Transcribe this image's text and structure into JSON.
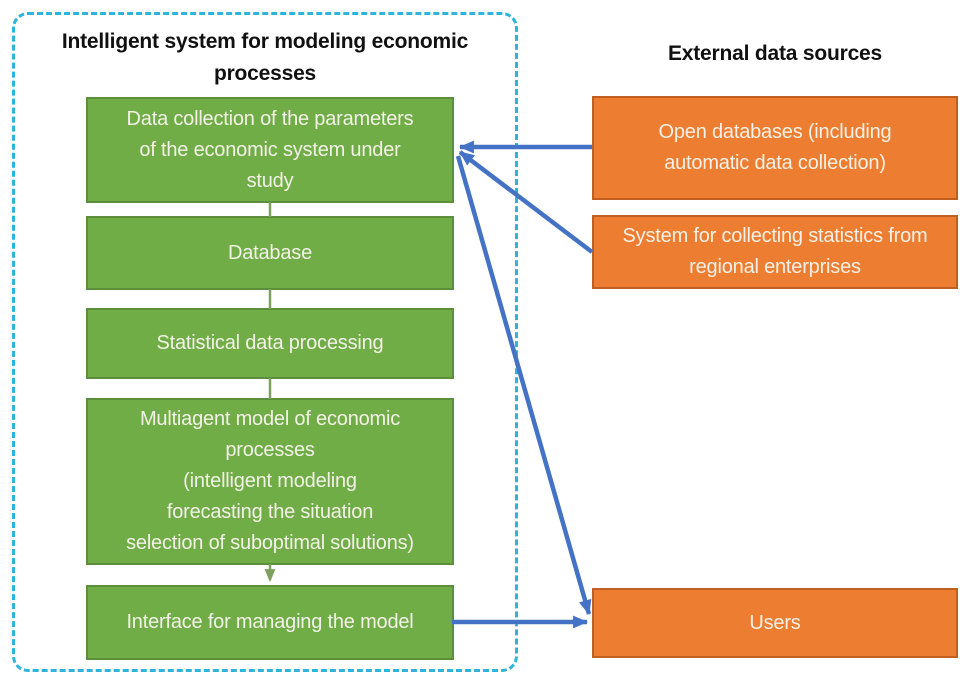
{
  "colors": {
    "green-fill": "#70AD47",
    "green-border": "#5B8F3B",
    "orange-fill": "#ED7D31",
    "orange-border": "#C05F20",
    "arrow-blue": "#4472C4",
    "dashed-border": "#2EB4DA",
    "connector-green": "#7DA05E",
    "box-text": "#F3F1E7",
    "title-text": "#111111",
    "background": "#FFFFFF"
  },
  "left_panel": {
    "title": "Intelligent system for modeling economic\nprocesses",
    "boxes": [
      {
        "id": "data-collection",
        "label": "Data collection of the parameters\nof the economic system under\nstudy"
      },
      {
        "id": "database",
        "label": "Database"
      },
      {
        "id": "statistical-processing",
        "label": "Statistical data processing"
      },
      {
        "id": "multiagent-model",
        "label": "Multiagent model of economic\nprocesses\n(intelligent modeling\nforecasting the situation\nselection of suboptimal solutions)"
      },
      {
        "id": "model-interface",
        "label": "Interface for managing the model"
      }
    ],
    "flow": [
      "data-collection -> database",
      "database -> statistical-processing",
      "statistical-processing -> multiagent-model",
      "multiagent-model -> model-interface"
    ]
  },
  "right_panel": {
    "title": "External data sources",
    "boxes": [
      {
        "id": "open-databases",
        "label": "Open databases (including\nautomatic data collection)"
      },
      {
        "id": "statistics-system",
        "label": "System for collecting statistics from\nregional enterprises"
      },
      {
        "id": "users",
        "label": "Users"
      }
    ]
  },
  "arrows": [
    {
      "from": "open-databases",
      "to": "data-collection"
    },
    {
      "from": "statistics-system",
      "to": "data-collection"
    },
    {
      "from": "data-collection",
      "to": "users"
    },
    {
      "from": "model-interface",
      "to": "users"
    }
  ]
}
